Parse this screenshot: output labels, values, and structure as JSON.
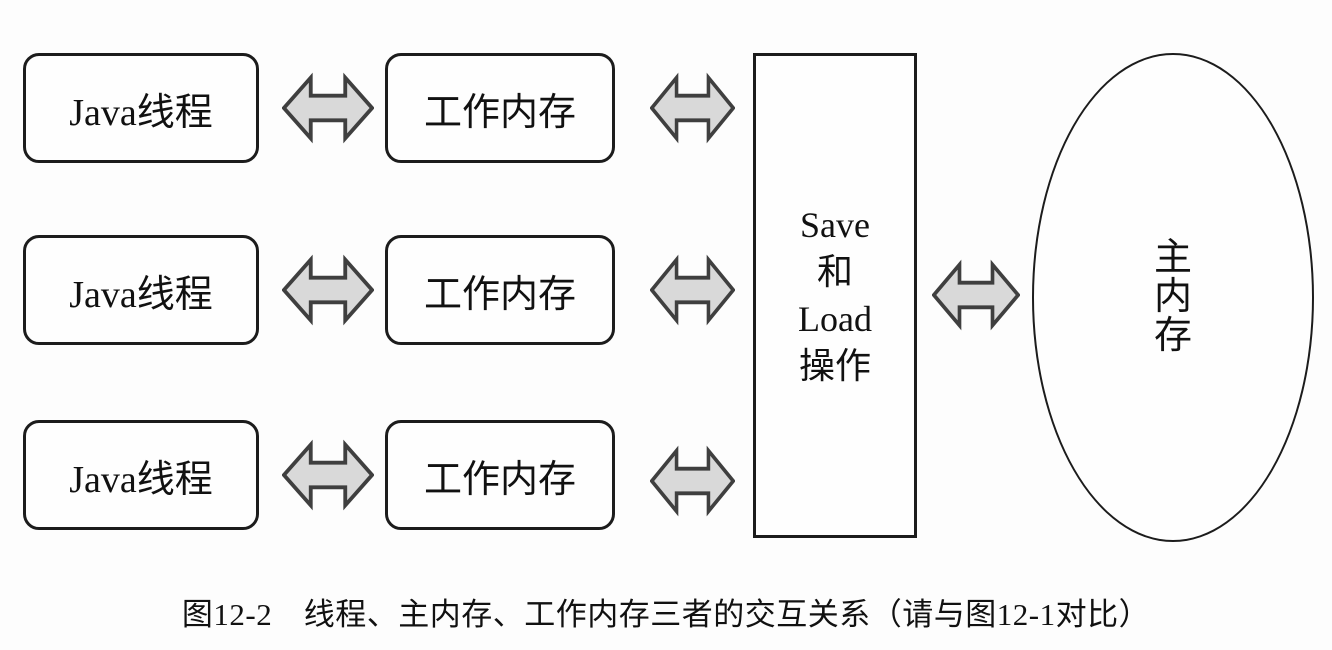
{
  "colors": {
    "background": "#fdfdfd",
    "line": "#1c1c1c",
    "arrow_fill": "#d9d9d9",
    "arrow_stroke": "#3f3f3f",
    "text": "#111111"
  },
  "nodes": {
    "java_thread": "Java线程",
    "working_memory": "工作内存",
    "save_load_lines": [
      "Save",
      "和",
      "Load",
      "操作"
    ],
    "main_memory_chars": [
      "主",
      "内",
      "存"
    ]
  },
  "caption": "图12-2　线程、主内存、工作内存三者的交互关系（请与图12-1对比）"
}
